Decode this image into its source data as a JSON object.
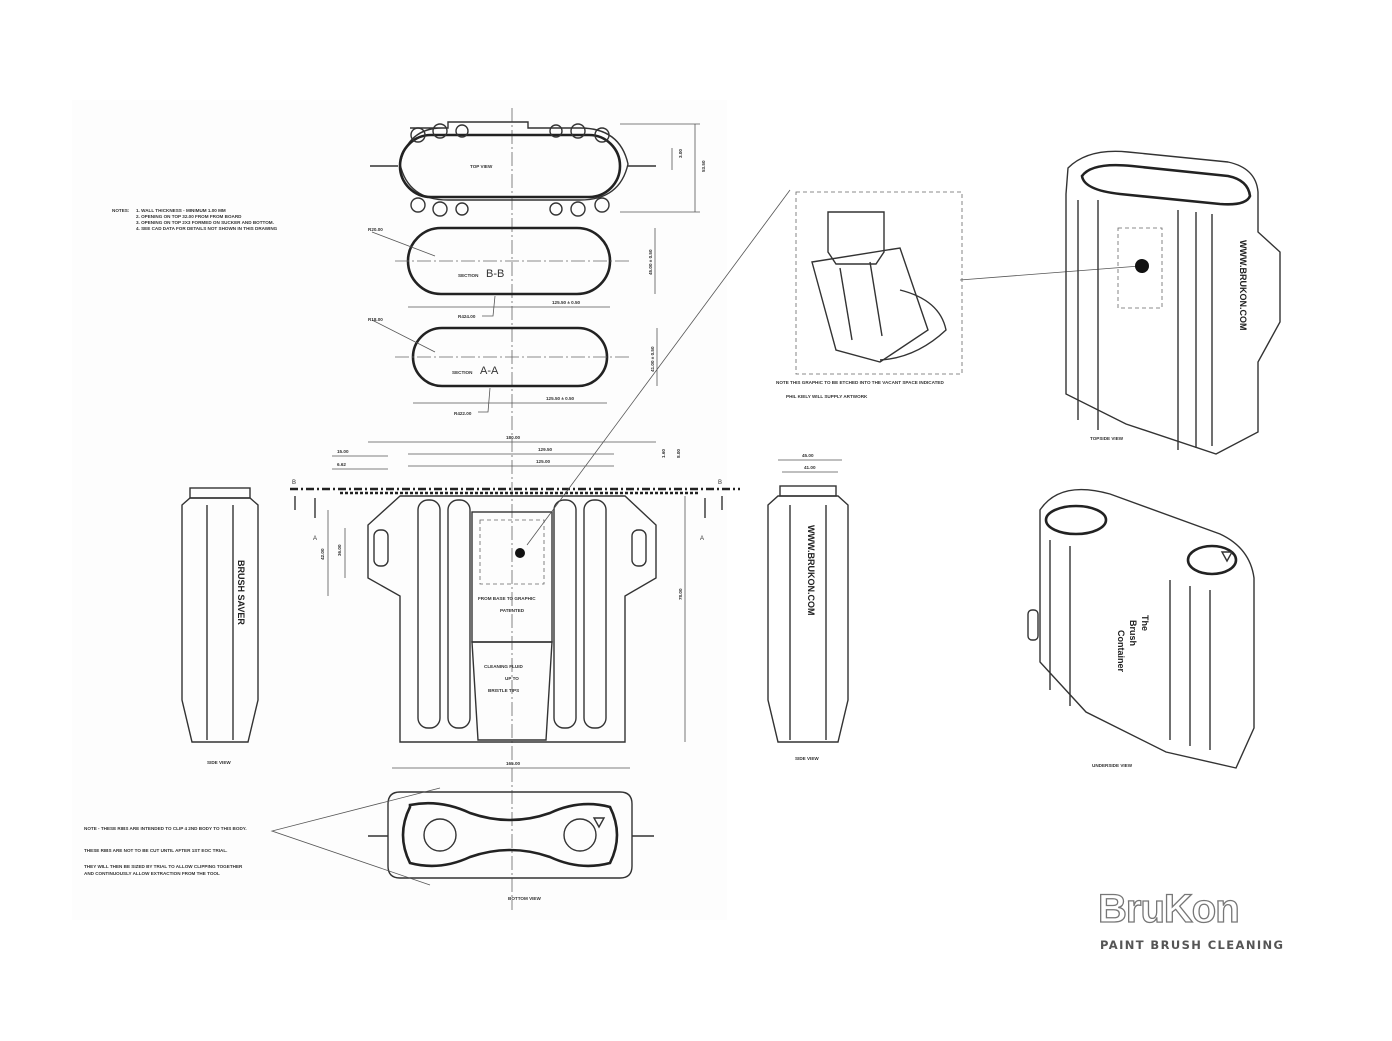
{
  "notes_top": {
    "heading": "NOTES:",
    "lines": [
      "1. WALL THICKNESS - MINIMUM 1.00 MM",
      "2. OPENING ON TOP 32.00 FROM FROM BOARD",
      "3. OPENING ON TOP 2X3 FORMED ON SUCKER AND BOTTOM.",
      "4. SEE CAD DATA FOR DETAILS NOT SHOWN IN THIS DRAWING"
    ]
  },
  "top_view": {
    "label": "TOP VIEW",
    "dims": [
      "3.00",
      "53.50"
    ]
  },
  "section_bb": {
    "label": "SECTION",
    "letter": "B-B",
    "dims": [
      "125.50 ± 0.50",
      "45.00 ± 0.50",
      "R424.00",
      "R20.00"
    ]
  },
  "section_aa": {
    "label": "SECTION",
    "letter": "A-A",
    "dims": [
      "125.50 ± 0.50",
      "41.00 ± 0.50",
      "R422.00",
      "R18.00"
    ]
  },
  "front_view": {
    "dims": [
      "180.00",
      "129.50",
      "125.00",
      "15.00",
      "6.62",
      "1.60",
      "8.00",
      "36.00",
      "42.00",
      "78.00",
      "165.00"
    ],
    "section_marks": [
      "B",
      "B",
      "A",
      "A"
    ],
    "graphic_text": [
      "FROM BASE TO GRAPHIC",
      "PATENTED"
    ],
    "fluid_text": [
      "CLEANING FLUID",
      "UP TO",
      "BRISTLE TIPS"
    ]
  },
  "side_view_left": {
    "label": "SIDE VIEW",
    "text": "BRUSH SAVER"
  },
  "side_view_right": {
    "label": "SIDE VIEW",
    "text": "WWW.BRUKON.COM",
    "dims": [
      "45.00",
      "41.00"
    ]
  },
  "bottom_view": {
    "label": "BOTTOM VIEW"
  },
  "artwork_notes": [
    "NOTE THIS GRAPHIC TO BE ETCHED INTO THE VACANT SPACE INDICATED",
    "PHIL KIELY WILL SUPPLY ARTWORK"
  ],
  "rib_notes": [
    "NOTE - THESE RIBS ARE INTENDED TO CLIP 4 2ND BODY TO THIS BODY.",
    "THESE RIBS ARE NOT TO BE CUT UNTIL AFTER 1ST EOC TRIAL.",
    "THEY WILL THEN BE SIZED BY TRIAL TO ALLOW CLIPPING TOGETHER",
    "AND CONTINUOUSLY ALLOW EXTRACTION FROM THE TOOL"
  ],
  "topside_view": {
    "label": "TOPSIDE VIEW",
    "text": "WWW.BRUKON.COM"
  },
  "underside_view": {
    "label": "UNDERSIDE VIEW",
    "text": [
      "The",
      "Brush",
      "Container"
    ]
  },
  "logo": {
    "name": "BruKon",
    "tagline": "PAINT BRUSH CLEANING"
  }
}
